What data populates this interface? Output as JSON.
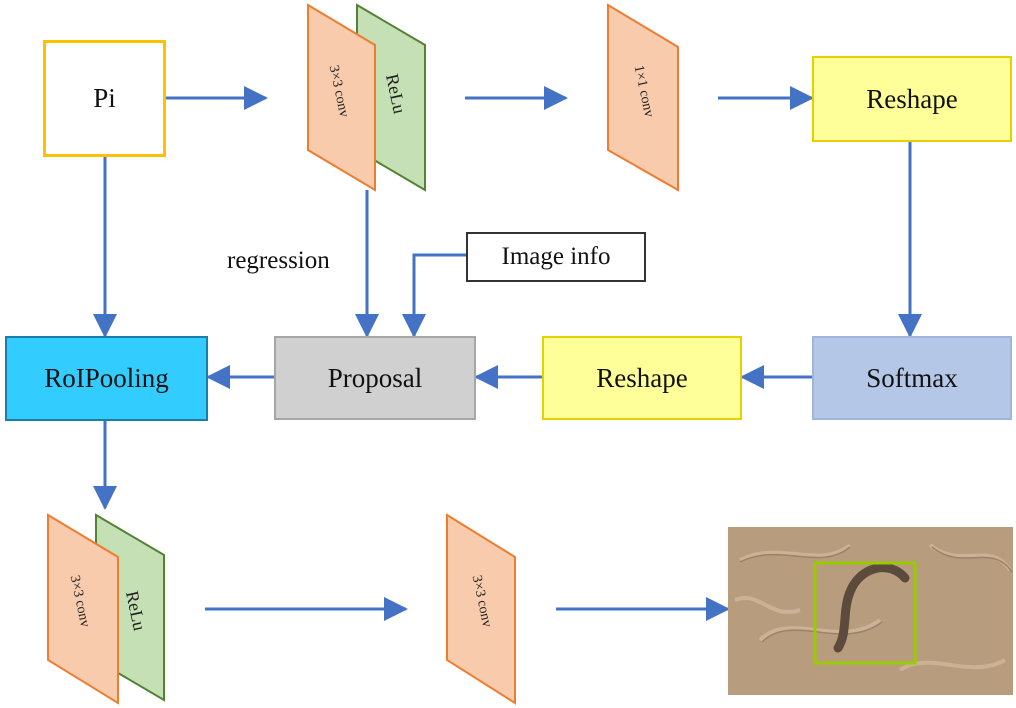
{
  "nodes": {
    "pi": "Pi",
    "reshape_top": "Reshape",
    "softmax": "Softmax",
    "reshape_mid": "Reshape",
    "proposal": "Proposal",
    "roipooling": "RoIPooling",
    "image_info": "Image info"
  },
  "labels": {
    "regression": "regression"
  },
  "planes": {
    "conv3_top": "3×3 conv",
    "relu_top": "ReLu",
    "conv1_top": "1×1 conv",
    "conv3_bottom": "3×3 conv",
    "relu_bottom": "ReLu",
    "conv3_bottom2": "3×3 conv"
  },
  "colors": {
    "arrow": "#4472c4",
    "conv_fill": "#f8cbad",
    "conv_stroke": "#ed7d31",
    "relu_fill": "#c5e0b4",
    "relu_stroke": "#548235",
    "pi_border": "#ffc000",
    "reshape_fill": "#ffff99",
    "reshape_border": "#e6d000",
    "softmax_fill": "#b4c7e7",
    "proposal_fill": "#d0d0d0",
    "roipooling_fill": "#33ccff",
    "detection_box": "#99cc00"
  },
  "image": {
    "description_icon": "nematode-detection-photo"
  }
}
